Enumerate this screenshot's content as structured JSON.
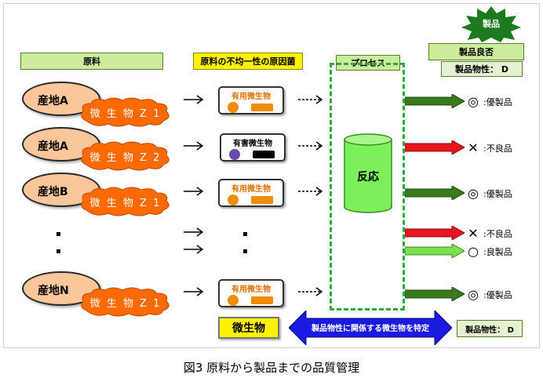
{
  "headers": {
    "raw": "原料",
    "cause": "原料の不均一性の原因菌",
    "process": "プロセス",
    "judge": "製品良否",
    "judge_sub": "製品物性： D"
  },
  "badge": "製品",
  "rows": [
    {
      "origin": "産地A",
      "microbe": "微 生 物 Z 1",
      "box": "有用微生物",
      "result_sym": "◎",
      "result": ":優製品",
      "arrow": "green"
    },
    {
      "origin": "産地A",
      "microbe": "微 生 物 Z 2",
      "box": "有害微生物",
      "result_sym": "✕",
      "result": ":不良品",
      "arrow": "red"
    },
    {
      "origin": "産地B",
      "microbe": "微 生 物 Z 1",
      "box": "有用微生物",
      "result_sym": "◎",
      "result": ":優製品",
      "arrow": "green"
    },
    {
      "origin": "産地N",
      "microbe": "微 生 物 Z 1",
      "box": "有用微生物",
      "result_sym": "◎",
      "result": ":優製品",
      "arrow": "green"
    }
  ],
  "extra_results": [
    {
      "result_sym": "✕",
      "result": ":不良品",
      "arrow": "red"
    },
    {
      "result_sym": "○",
      "result": ":良製品",
      "arrow": "lightgreen"
    }
  ],
  "reactor": "反応",
  "bottom": {
    "microbe_box": "微生物",
    "link": "製品物性に関係する微生物を特定",
    "property": "製品物性： D"
  },
  "caption": "図3 原料から製品までの品質管理",
  "colors": {
    "green_arrow": "#3a7a1e",
    "red_arrow": "#e8141e",
    "light_arrow": "#7ee04a",
    "reactor": "#7cf05a",
    "cloud": "#ff6a00",
    "double_arrow": "#1a1ae0",
    "badge": "#1e7a1e"
  }
}
